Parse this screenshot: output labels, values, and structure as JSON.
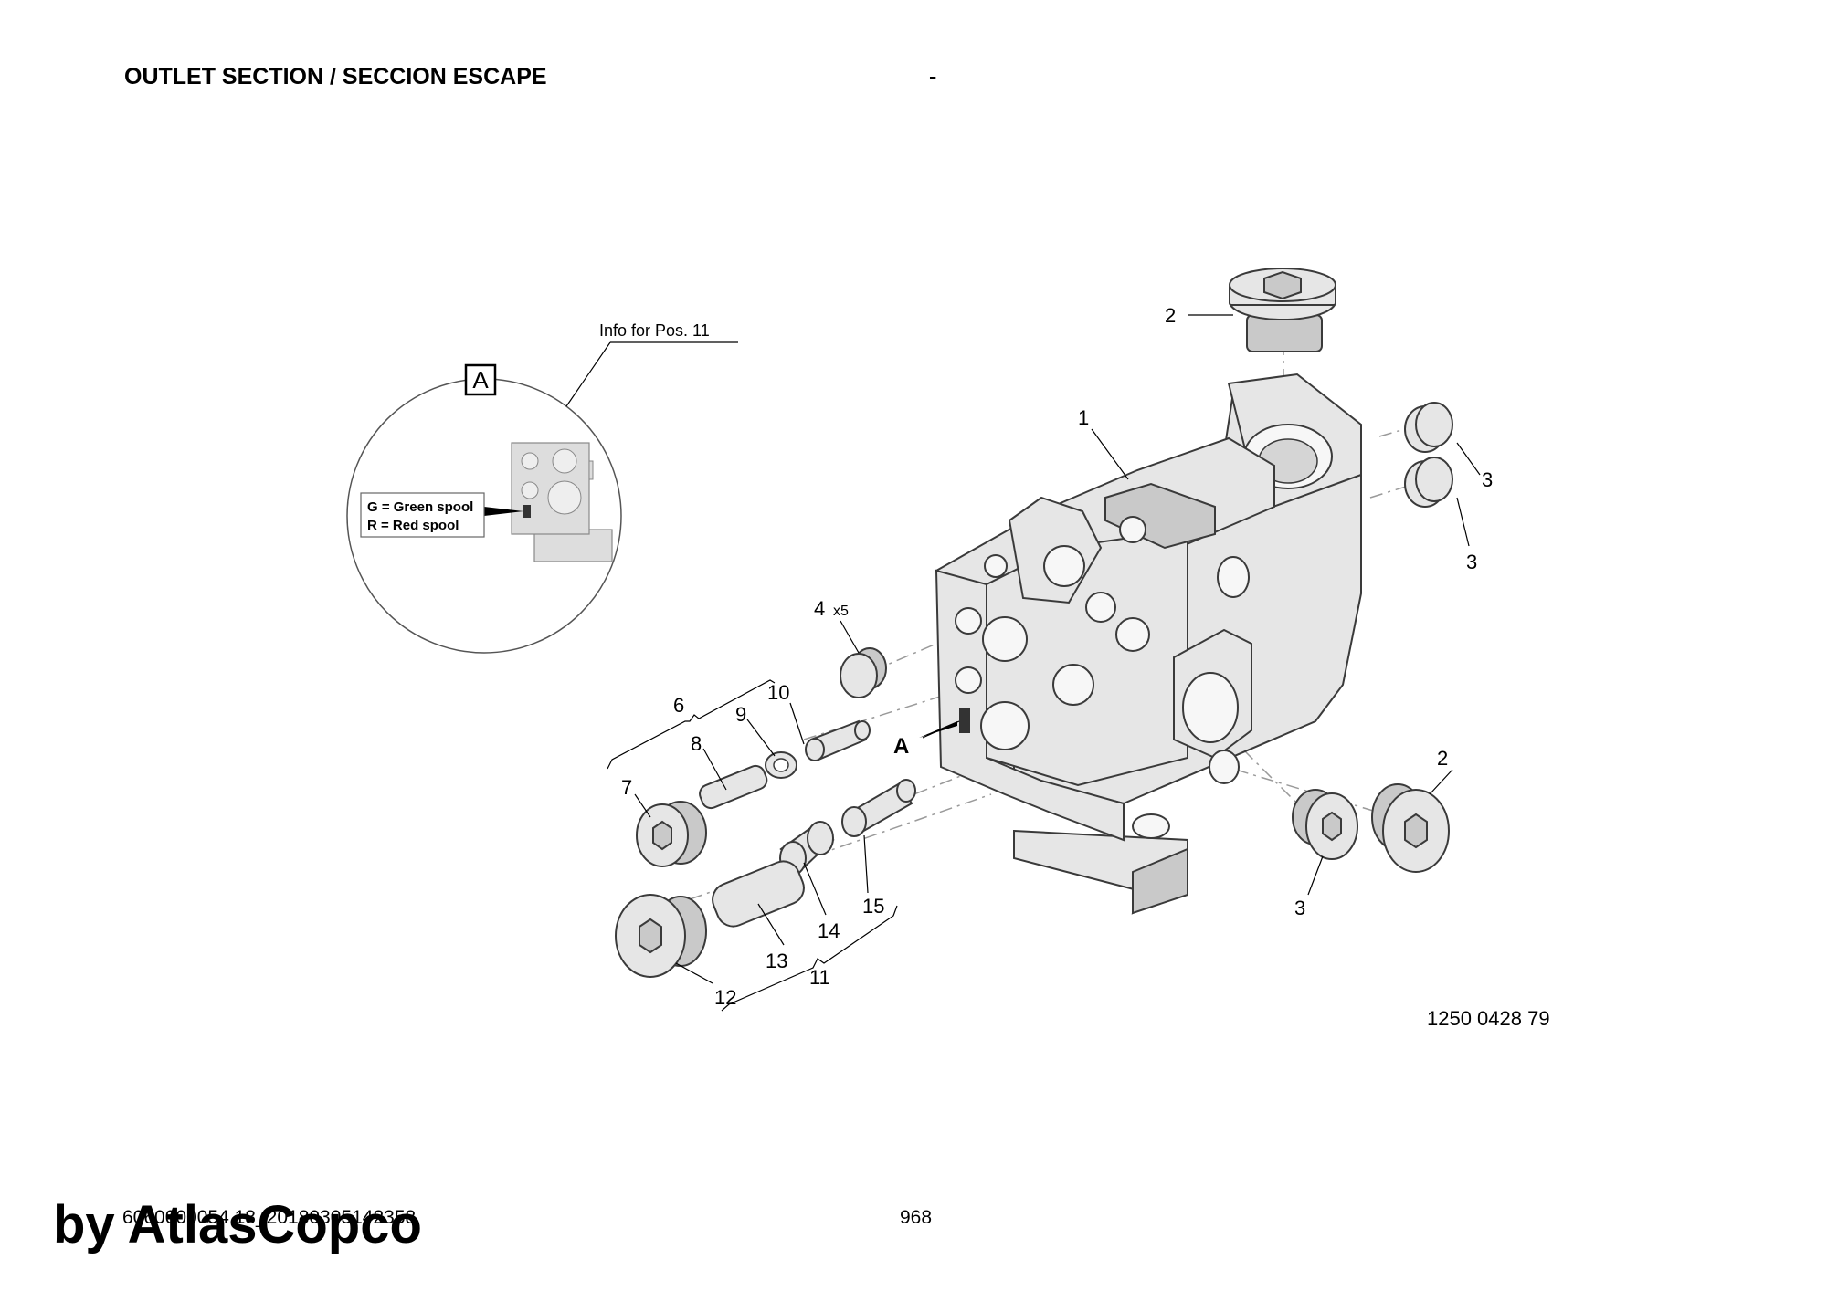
{
  "header": {
    "title": "OUTLET SECTION / SECCION ESCAPE",
    "separator": "-"
  },
  "detail": {
    "callout_letter": "A",
    "info_text": "Info for Pos. 11",
    "legend_green": "G = Green spool",
    "legend_red": "R = Red spool",
    "marker_letter": "A"
  },
  "callouts": {
    "p1": "1",
    "p2_top": "2",
    "p2_right": "2",
    "p3_a": "3",
    "p3_b": "3",
    "p3_c": "3",
    "p4": "4",
    "p4_qty": "x5",
    "p6": "6",
    "p7": "7",
    "p8": "8",
    "p9": "9",
    "p10": "10",
    "p11": "11",
    "p12": "12",
    "p13": "13",
    "p14": "14",
    "p15": "15"
  },
  "footer": {
    "part_number": "1250 0428 79",
    "document_id": "6060000054 18_20180305142358",
    "page_number": "968",
    "watermark": "by AtlasCopco"
  }
}
